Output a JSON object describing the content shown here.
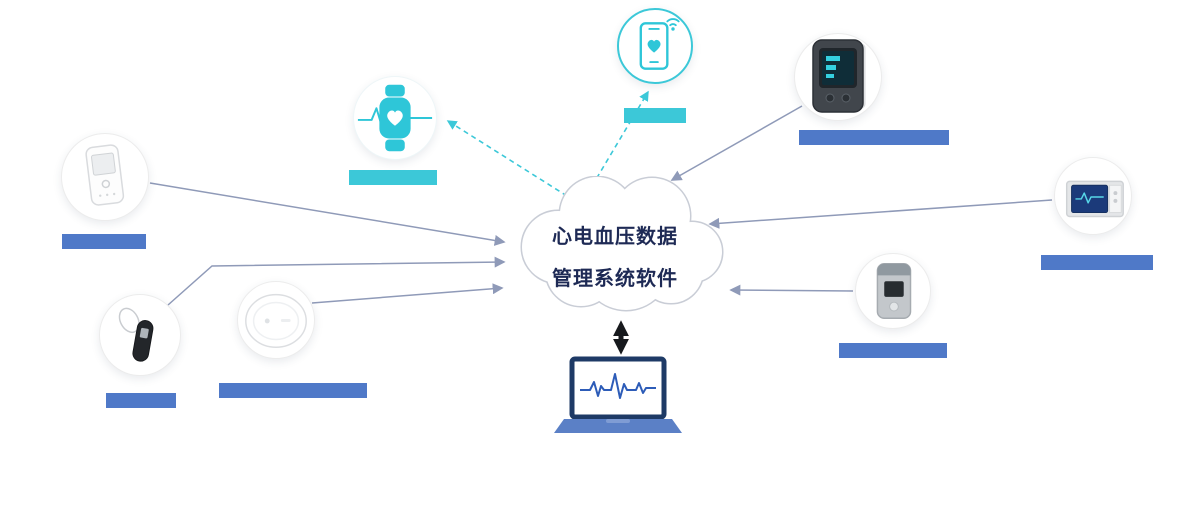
{
  "cloud": {
    "line1": "心电血压数据",
    "line2": "管理系统软件"
  },
  "colors": {
    "teal_accent": "#3cc8d8",
    "label_blue": "#4f79c8",
    "arrow_gray": "#8f9ab8",
    "cloud_outline": "#c9cdd6",
    "cloud_text": "#1e2a55",
    "laptop_screen_border": "#1e3a66",
    "laptop_ecg_line": "#2d5cb8",
    "laptop_base": "#5b80c6",
    "double_arrow": "#17191d"
  },
  "nodes": [
    {
      "id": "smartwatch",
      "icon": "smartwatch-icon",
      "label_color": "#3cc8d8"
    },
    {
      "id": "smartphone",
      "icon": "smartphone-icon",
      "label_color": "#3cc8d8"
    },
    {
      "id": "handheld-ecg-monitor",
      "icon": "handheld-ecg-device-icon",
      "label_color": "#4f79c8"
    },
    {
      "id": "ear-ecg-device",
      "icon": "ear-device-icon",
      "label_color": "#4f79c8"
    },
    {
      "id": "round-ecg-recorder",
      "icon": "round-device-icon",
      "label_color": "#4f79c8"
    },
    {
      "id": "blood-pressure-monitor",
      "icon": "bp-monitor-icon",
      "label_color": "#4f79c8"
    },
    {
      "id": "portable-monitor",
      "icon": "portable-monitor-icon",
      "label_color": "#4f79c8"
    },
    {
      "id": "holter-recorder",
      "icon": "holter-device-icon",
      "label_color": "#4f79c8"
    },
    {
      "id": "ecg-laptop",
      "icon": "laptop-ecg-icon",
      "label_color": null
    }
  ],
  "connections": [
    {
      "from": "handheld-ecg-monitor",
      "to": "cloud",
      "style": "solid",
      "bidirectional": false
    },
    {
      "from": "ear-ecg-device",
      "to": "cloud",
      "style": "solid",
      "bidirectional": false
    },
    {
      "from": "round-ecg-recorder",
      "to": "cloud",
      "style": "solid",
      "bidirectional": false
    },
    {
      "from": "blood-pressure-monitor",
      "to": "cloud",
      "style": "solid",
      "bidirectional": false
    },
    {
      "from": "portable-monitor",
      "to": "cloud",
      "style": "solid",
      "bidirectional": false
    },
    {
      "from": "holter-recorder",
      "to": "cloud",
      "style": "solid",
      "bidirectional": false
    },
    {
      "from": "cloud",
      "to": "smartwatch",
      "style": "dashed",
      "bidirectional": false
    },
    {
      "from": "cloud",
      "to": "smartphone",
      "style": "dashed",
      "bidirectional": true
    },
    {
      "from": "cloud",
      "to": "ecg-laptop",
      "style": "bold",
      "bidirectional": true
    }
  ]
}
